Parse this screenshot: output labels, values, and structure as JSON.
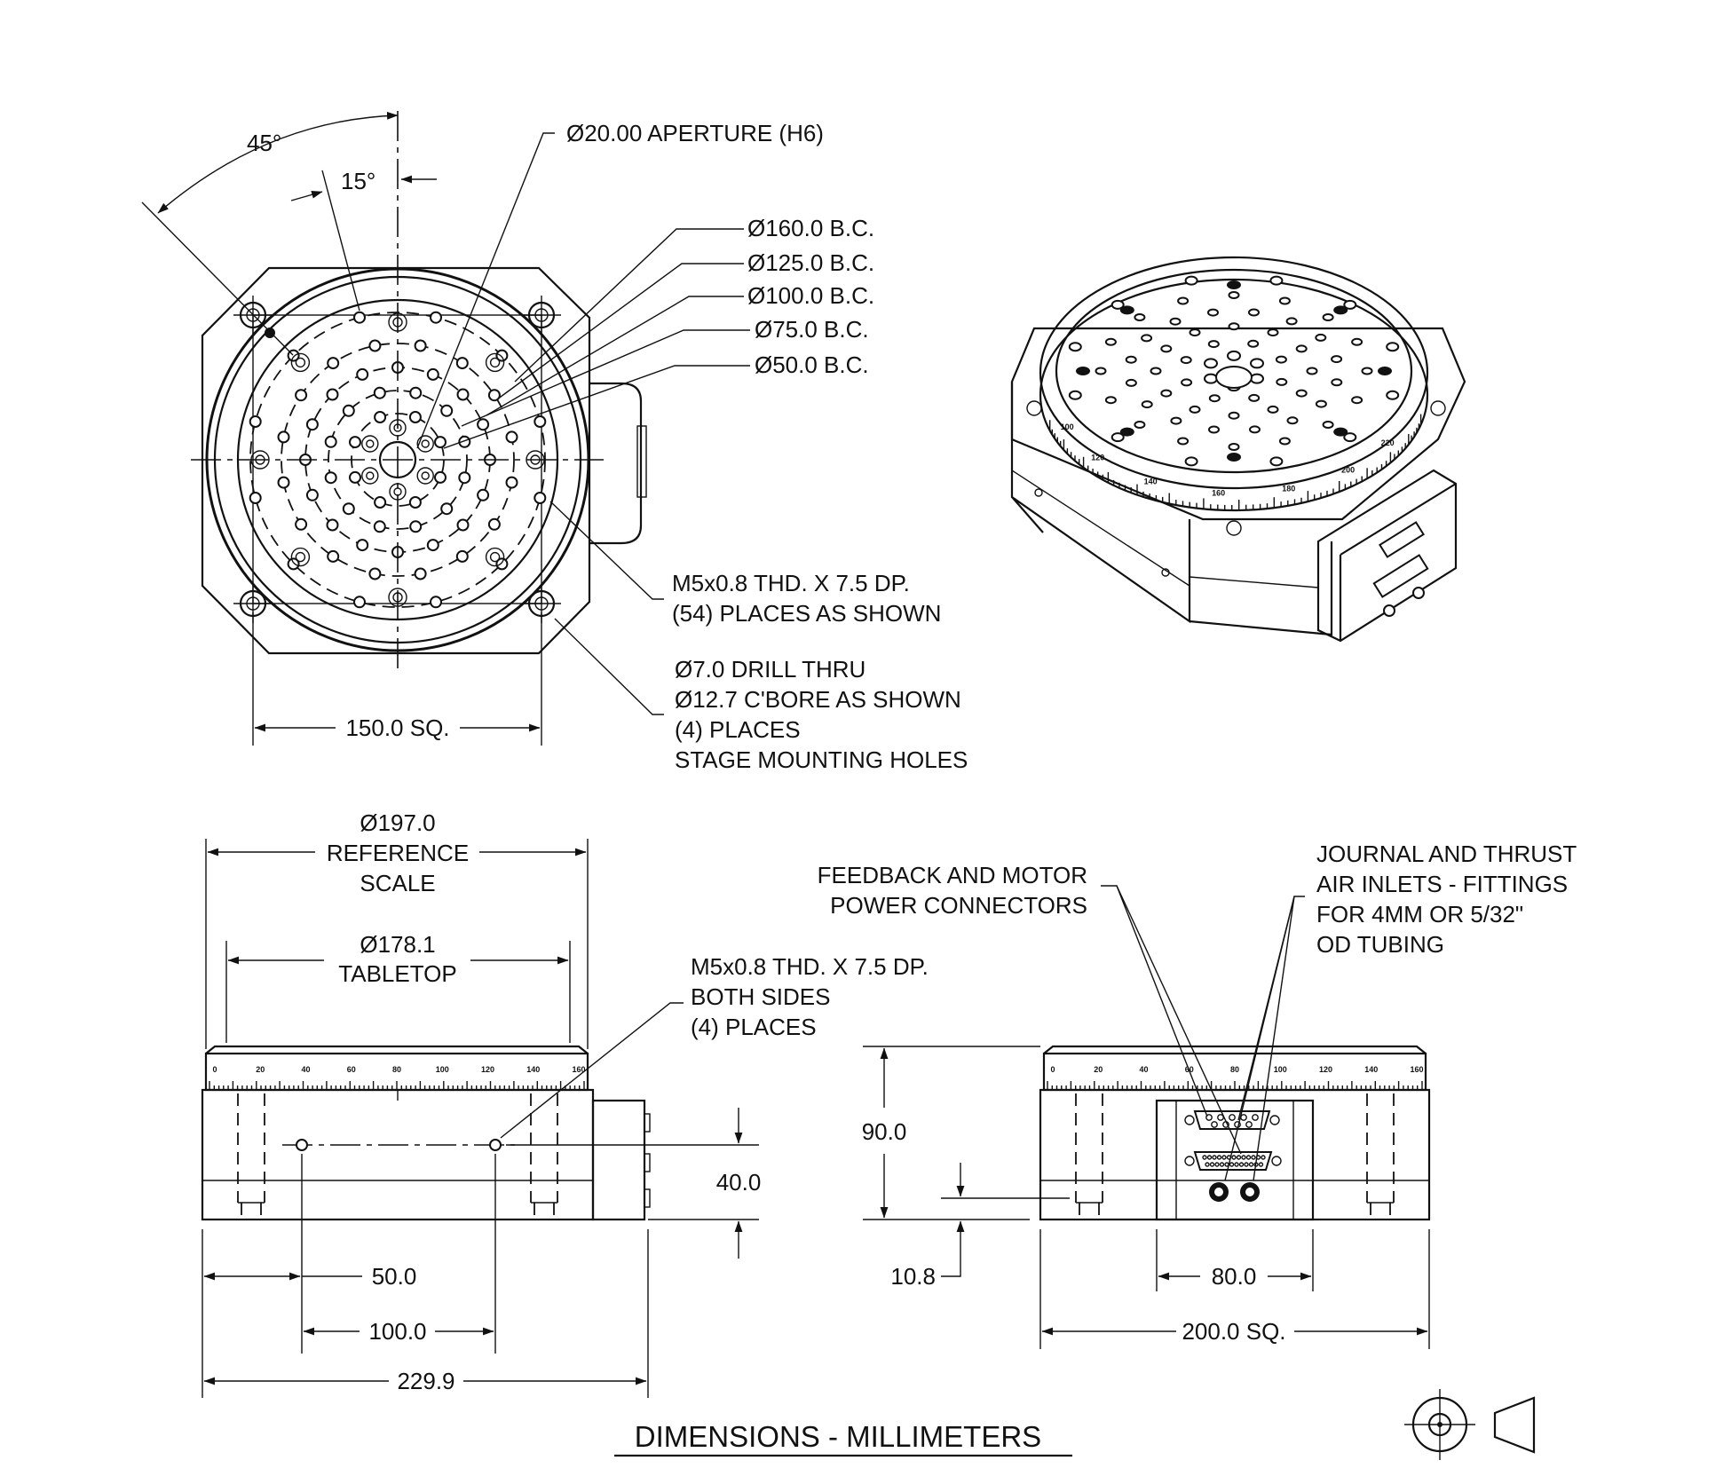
{
  "title": "DIMENSIONS - MILLIMETERS",
  "top_view": {
    "angle_45": "45°",
    "angle_15": "15°",
    "aperture": "Ø20.00 APERTURE (H6)",
    "bolt_circles": [
      "Ø160.0 B.C.",
      "Ø125.0 B.C.",
      "Ø100.0 B.C.",
      "Ø75.0 B.C.",
      "Ø50.0 B.C."
    ],
    "thread_note": [
      "M5x0.8 THD. X 7.5 DP.",
      "(54) PLACES AS SHOWN"
    ],
    "mount_note": [
      "Ø7.0 DRILL THRU",
      "Ø12.7 C'BORE AS SHOWN",
      "(4) PLACES",
      "STAGE MOUNTING HOLES"
    ],
    "square_dim": "150.0 SQ."
  },
  "iso_view": {
    "scale_ticks": [
      "100",
      "120",
      "140",
      "160",
      "180",
      "200",
      "220"
    ]
  },
  "front_view": {
    "ref_scale": [
      "Ø197.0",
      "REFERENCE",
      "SCALE"
    ],
    "tabletop": [
      "Ø178.1",
      "TABLETOP"
    ],
    "side_note": [
      "M5x0.8 THD. X 7.5 DP.",
      "BOTH SIDES",
      "(4) PLACES"
    ],
    "dim_40": "40.0",
    "dim_50": "50.0",
    "dim_100": "100.0",
    "dim_229": "229.9",
    "scale_ticks": [
      "0",
      "20",
      "40",
      "60",
      "80",
      "100",
      "120",
      "140",
      "160"
    ]
  },
  "side_view": {
    "connectors": [
      "FEEDBACK AND MOTOR",
      "POWER CONNECTORS"
    ],
    "air_inlets": [
      "JOURNAL AND THRUST",
      "AIR INLETS - FITTINGS",
      "FOR 4MM OR 5/32\"",
      "OD TUBING"
    ],
    "dim_90": "90.0",
    "dim_10_8": "10.8",
    "dim_80": "80.0",
    "dim_200": "200.0 SQ.",
    "scale_ticks": [
      "0",
      "20",
      "40",
      "60",
      "80",
      "100",
      "120",
      "140",
      "160"
    ]
  },
  "projection_symbol": "third-angle-projection-icon"
}
